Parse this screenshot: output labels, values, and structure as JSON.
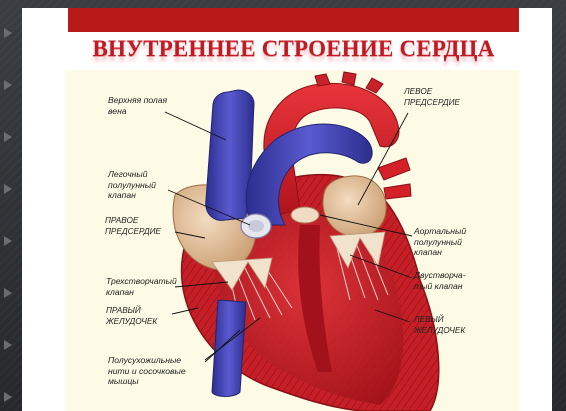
{
  "slide": {
    "title": "ВНУТРЕННЕЕ СТРОЕНИЕ СЕРДЦА"
  },
  "labels": {
    "superior_vena_cava": "Верхняя полая\nвена",
    "pulmonary_valve": "Легочный\nполулунный\nклапан",
    "right_atrium": "ПРАВОЕ\nПРЕДСЕРДИЕ",
    "tricuspid_valve": "Трехстворчатый\nклапан",
    "right_ventricle": "ПРАВЫЙ\nЖЕЛУДОЧЕК",
    "chordae": "Полусухожильные\nнити и сосочковые\nмышцы",
    "left_atrium": "ЛЕВОЕ\nПРЕДСЕРДИЕ",
    "aortic_valve": "Аортальный\nполулунный\nклапан",
    "mitral_valve": "Двустворча-\nтый клапан",
    "left_ventricle": "ЛЕВЫЙ\nЖЕЛУДОЧЕК"
  },
  "colors": {
    "title_bar": "#b81919",
    "title_text": "#c21a22",
    "vein_blue": "#3f3fae",
    "artery_red": "#d42027",
    "myocardium": "#c9242b",
    "atrium_fill": "#e9c9a0",
    "diagram_bg": "#fdfbe6"
  }
}
